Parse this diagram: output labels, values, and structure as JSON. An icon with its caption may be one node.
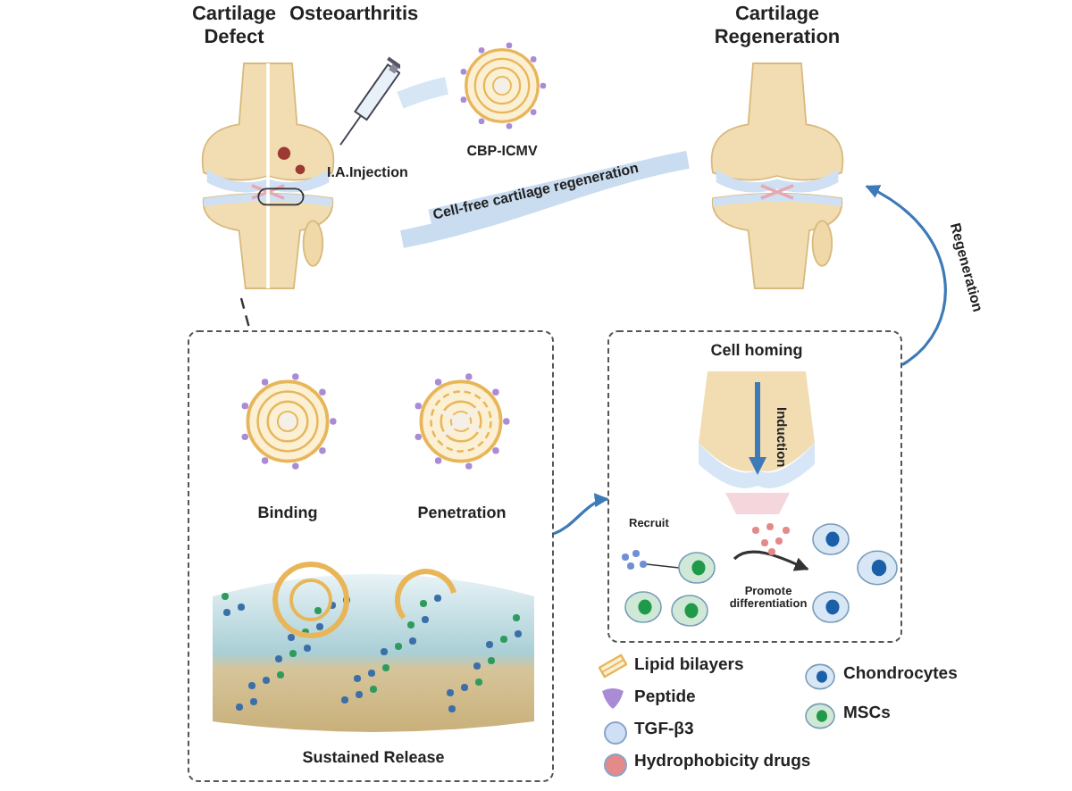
{
  "diagram": {
    "nodes": [
      {
        "text": [
          "Cartilage Defect",
          "Osteoarthritis"
        ]
      },
      {
        "text": [],
        "shape": "picture"
      },
      {
        "text": [
          "CBP-ICMV"
        ]
      },
      {
        "text": [
          "Cartilage Regeneration"
        ]
      },
      {
        "text": [],
        "shape": "box"
      },
      {
        "text": [
          "Binding"
        ],
        "in": 4
      },
      {
        "text": [
          "Penetration"
        ],
        "in": 4
      },
      {
        "text": [
          "Sustained Release"
        ],
        "in": 4
      },
      {
        "text": [
          "Cell homing"
        ]
      },
      {
        "text": [],
        "shape": "picture",
        "in": 8
      },
      {
        "text": [],
        "shape": "picture",
        "in": 8
      },
      {
        "text": [],
        "shape": "picture",
        "in": 8
      }
    ],
    "edges": [
      {
        "from": 0,
        "to": 3,
        "arrow": "none",
        "label": "Cell-free cartilage regeneration",
        "style": "thick",
        "color": "#c9dcf0"
      },
      {
        "from": 1,
        "to": 2,
        "arrow": "none",
        "style": "thick",
        "color": "#d6e6f5"
      },
      {
        "from": 0,
        "to": 4,
        "arrow": "none",
        "style": "dashed"
      },
      {
        "from": 4,
        "to": 8,
        "arrow": "to",
        "color": "#3d7ab8"
      },
      {
        "from": 8,
        "to": 3,
        "arrow": "to",
        "label": "Regeneration",
        "color": "#3d7ab8"
      },
      {
        "from": 10,
        "to": 11,
        "arrow": "to",
        "label": "Promote differentiation"
      }
    ],
    "labels": [
      "I.A.Injection",
      "Induction",
      "Recruit"
    ],
    "legend": [
      {
        "text": "Lipid bilayers"
      },
      {
        "text": "Peptide"
      },
      {
        "text": "TGF-β3",
        "color": "#cfe0f6"
      },
      {
        "text": "Hydrophobicity drugs",
        "color": "#e48a8a"
      },
      {
        "text": "Chondrocytes"
      },
      {
        "text": "MSCs"
      }
    ]
  }
}
